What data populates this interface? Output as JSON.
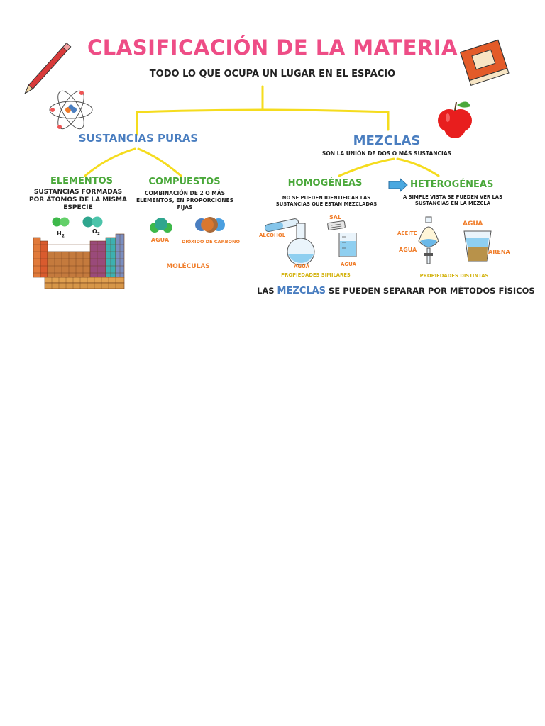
{
  "title": "CLASIFICACIÓN DE LA MATERIA",
  "subtitle": "TODO LO QUE OCUPA UN LUGAR EN EL ESPACIO",
  "pure": {
    "heading": "SUSTANCIAS PURAS",
    "elements": {
      "heading": "ELEMENTOS",
      "desc": "SUSTANCIAS FORMADAS POR ÁTOMOS DE LA MISMA ESPECIE",
      "h2": "H",
      "h2_sub": "2",
      "o2": "O",
      "o2_sub": "2"
    },
    "compounds": {
      "heading": "COMPUESTOS",
      "desc": "COMBINACIÓN DE 2 O MÁS ELEMENTOS, EN PROPORCIONES FIJAS",
      "water": "AGUA",
      "co2": "DIÓXIDO DE CARBONO",
      "molecules": "MOLÉCULAS"
    }
  },
  "mixtures": {
    "heading": "MEZCLAS",
    "desc": "SON LA UNIÓN DE DOS O MÁS SUSTANCIAS",
    "homogeneous": {
      "heading": "HOMOGÉNEAS",
      "desc": "NO SE PUEDEN IDENTIFICAR LAS SUSTANCIAS QUE ESTÁN MEZCLADAS",
      "alcohol": "ALCOHOL",
      "water1": "AGUA",
      "salt": "SAL",
      "water2": "AGUA",
      "props": "PROPIEDADES SIMILARES"
    },
    "heterogeneous": {
      "heading": "HETEROGÉNEAS",
      "desc": "A SIMPLE VISTA SE PUEDEN VER LAS SUSTANCIAS EN LA MEZCLA",
      "oil": "ACEITE",
      "water1": "AGUA",
      "water2": "AGUA",
      "sand": "ARENA",
      "props": "PROPIEDADES DISTINTAS"
    }
  },
  "footer": {
    "pre": "LAS",
    "highlight": "MEZCLAS",
    "post": "SE PUEDEN SEPARAR POR MÉTODOS FÍSICOS"
  },
  "colors": {
    "title": "#ee4d86",
    "blue": "#4a7ec0",
    "green": "#4aa83a",
    "orange": "#f07d2a",
    "connector": "#f5dc1e"
  },
  "icons": [
    "pencil-icon",
    "atom-icon",
    "book-icon",
    "apple-icon",
    "periodic-table-icon",
    "test-tube-icon",
    "flask-icon",
    "beaker-icon",
    "separatory-funnel-icon",
    "glass-icon",
    "arrow-icon"
  ]
}
